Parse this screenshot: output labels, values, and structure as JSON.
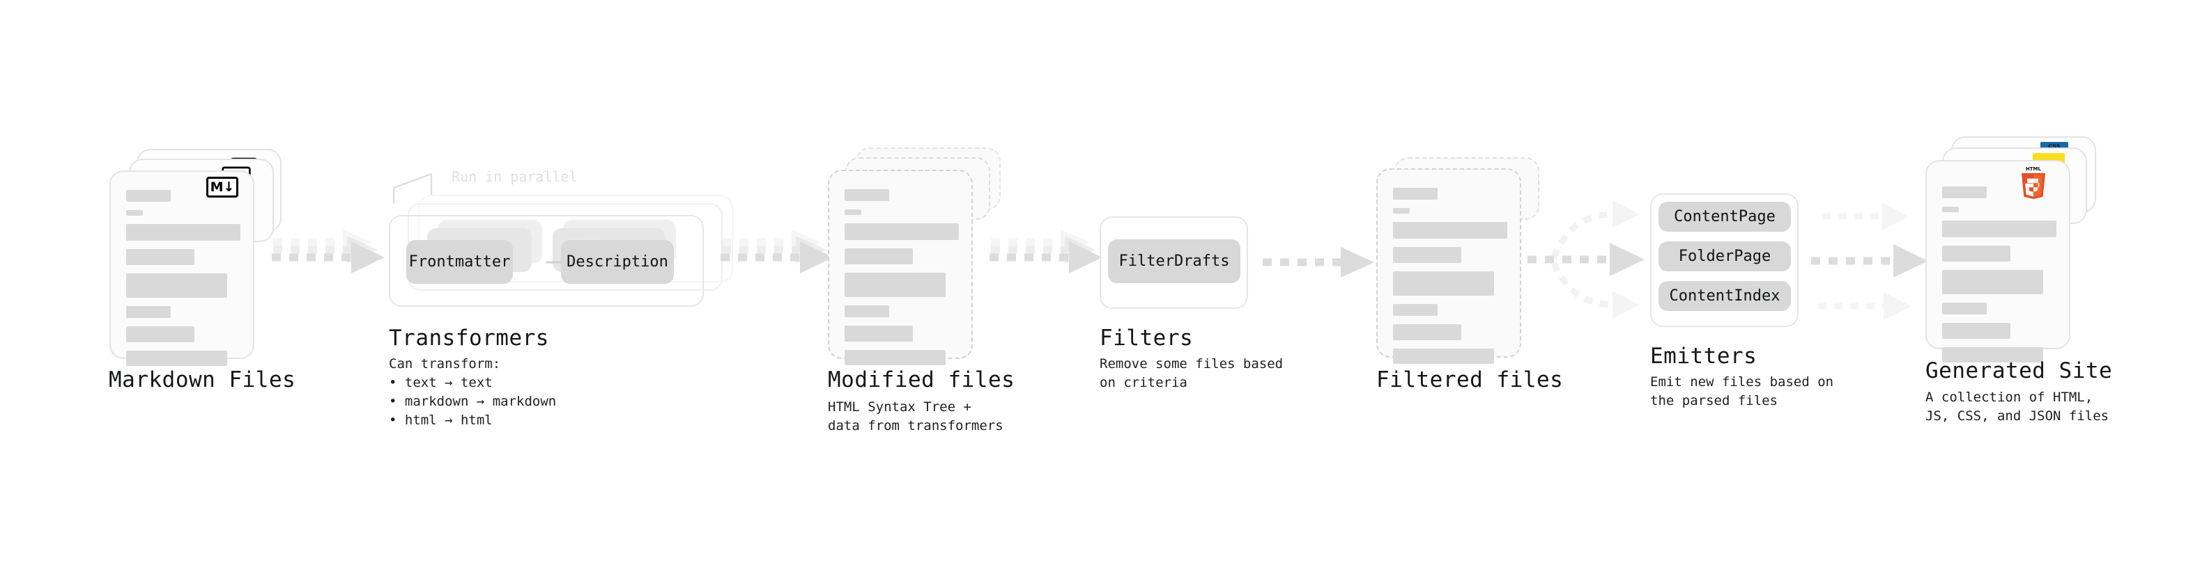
{
  "diagram": {
    "type": "pipeline-flow",
    "background": "#ffffff",
    "accent_colors": {
      "card_fill": "#fbfbfb",
      "card_border": "#e3e3e3",
      "dashed_border": "#d2d2d2",
      "line_placeholder": "#d9d9d9",
      "pill_fill": "#d8d8d8",
      "arrow": "#dddddd",
      "html5_orange": "#e34f26",
      "html5_dark": "#ef652a",
      "css_blue": "#1769aa",
      "js_yellow": "#f7df1e",
      "text": "#14171a",
      "muted_text": "#e0e0e0"
    }
  },
  "stages": [
    {
      "id": "markdown-files",
      "title": "Markdown Files",
      "subtitle": "",
      "badge": "markdown-badge",
      "badge_text": "M",
      "card_style": "solid",
      "stack_count": 3
    },
    {
      "id": "transformers",
      "title": "Transformers",
      "subtitle": "Can transform:\n • text → text\n • markdown → markdown\n • html → html",
      "annotation": "Run in parallel",
      "pills": [
        "Frontmatter",
        "Description"
      ],
      "card_style": "group",
      "stack_count": 3
    },
    {
      "id": "modified-files",
      "title": "Modified files",
      "subtitle": "HTML Syntax Tree +\ndata from transformers",
      "card_style": "dashed",
      "stack_count": 3
    },
    {
      "id": "filters",
      "title": "Filters",
      "subtitle": "Remove some files based\non criteria",
      "pills": [
        "FilterDrafts"
      ],
      "card_style": "group",
      "stack_count": 1
    },
    {
      "id": "filtered-files",
      "title": "Filtered files",
      "subtitle": "",
      "card_style": "dashed",
      "stack_count": 2
    },
    {
      "id": "emitters",
      "title": "Emitters",
      "subtitle": "Emit new files based on\nthe parsed files",
      "pills": [
        "ContentPage",
        "FolderPage",
        "ContentIndex"
      ],
      "card_style": "group",
      "stack_count": 1
    },
    {
      "id": "generated-site",
      "title": "Generated Site",
      "subtitle": "A collection of HTML,\nJS, CSS, and JSON files",
      "badges": [
        "html5-logo",
        "js-logo",
        "css-logo"
      ],
      "badge_text": "HTML",
      "badge_number": "5",
      "badge_css_text": "CSS",
      "card_style": "solid",
      "stack_count": 3
    }
  ],
  "connectors": [
    {
      "from": "markdown-files",
      "to": "transformers",
      "style": "dashed-triple",
      "heads": 3
    },
    {
      "from": "transformers",
      "to": "modified-files",
      "style": "dashed-triple",
      "heads": 3
    },
    {
      "from": "modified-files",
      "to": "filters",
      "style": "dashed-triple",
      "heads": 3
    },
    {
      "from": "filters",
      "to": "filtered-files",
      "style": "dashed-single",
      "heads": 1
    },
    {
      "from": "filtered-files",
      "to": "emitters",
      "style": "dashed-branch",
      "heads": 3
    },
    {
      "from": "emitters",
      "to": "generated-site",
      "style": "dashed-parallel",
      "heads": 3
    }
  ]
}
